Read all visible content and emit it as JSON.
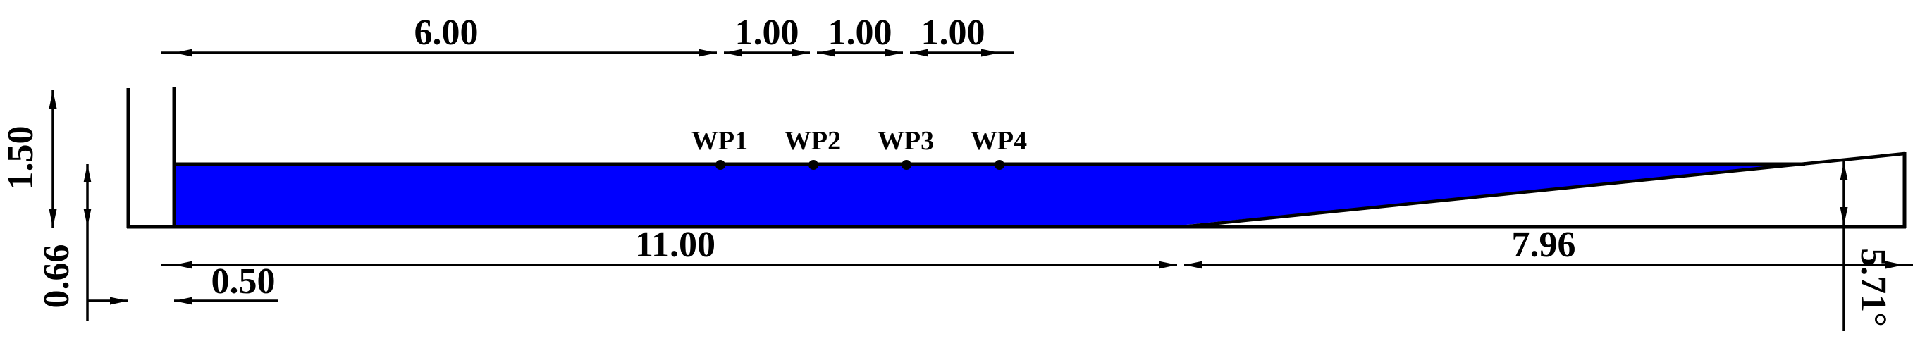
{
  "diagram": {
    "description": "Wave flume experimental setup schematic with wavemaker, wave probes and beach slope",
    "colors": {
      "water": "#0000ff",
      "line": "#000000",
      "background": "#ffffff"
    },
    "dimensions": {
      "top": {
        "wavemaker_to_wp1": "6.00",
        "wp1_to_wp2": "1.00",
        "wp2_to_wp3": "1.00",
        "wp3_to_wp4": "1.00"
      },
      "left": {
        "tank_height": "1.50",
        "water_depth": "0.66"
      },
      "bottom": {
        "flat_bed_length": "11.00",
        "slope_length": "7.96",
        "wall_to_paddle": "0.50"
      },
      "angle": {
        "beach_slope": "5.71°"
      }
    },
    "probes": {
      "wp1": "WP1",
      "wp2": "WP2",
      "wp3": "WP3",
      "wp4": "WP4"
    }
  }
}
